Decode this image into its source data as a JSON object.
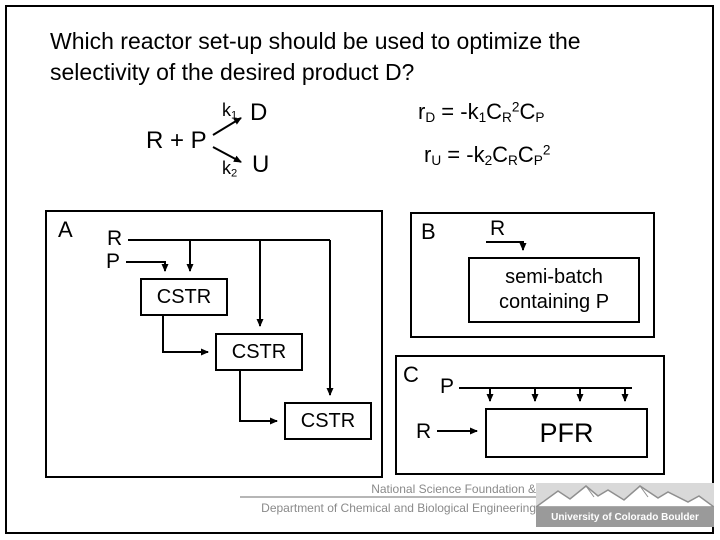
{
  "title": {
    "line1": "Which reactor set-up should be used to optimize the",
    "line2": "selectivity of the desired product D?"
  },
  "reaction": {
    "reactants": "R + P",
    "k1": {
      "base": "k",
      "sub": "1"
    },
    "k2": {
      "base": "k",
      "sub": "2"
    },
    "product_desired": "D",
    "product_undesired": "U"
  },
  "equations": {
    "rd": {
      "parts": [
        "r",
        "D",
        " = -k",
        "1",
        "C",
        "R",
        "2",
        "C",
        "P"
      ]
    },
    "ru": {
      "parts": [
        "r",
        "U",
        " = -k",
        "2",
        "C",
        "R",
        "C",
        "P",
        "2"
      ]
    }
  },
  "setups": {
    "a": {
      "label": "A",
      "feed1": "R",
      "feed2": "P",
      "reactors": [
        "CSTR",
        "CSTR",
        "CSTR"
      ]
    },
    "b": {
      "label": "B",
      "feed": "R",
      "vessel_line1": "semi-batch",
      "vessel_line2": "containing P"
    },
    "c": {
      "label": "C",
      "feed_top": "P",
      "feed_side": "R",
      "reactor": "PFR"
    }
  },
  "footer": {
    "nsf": "National Science Foundation &",
    "department": "Department of Chemical and Biological Engineering",
    "university": "University of Colorado Boulder"
  },
  "colors": {
    "ink": "#000000",
    "footer_gray": "#8a8a8a",
    "banner_gray": "#9a9a9a",
    "mountain_bg": "#d9d9d9"
  }
}
